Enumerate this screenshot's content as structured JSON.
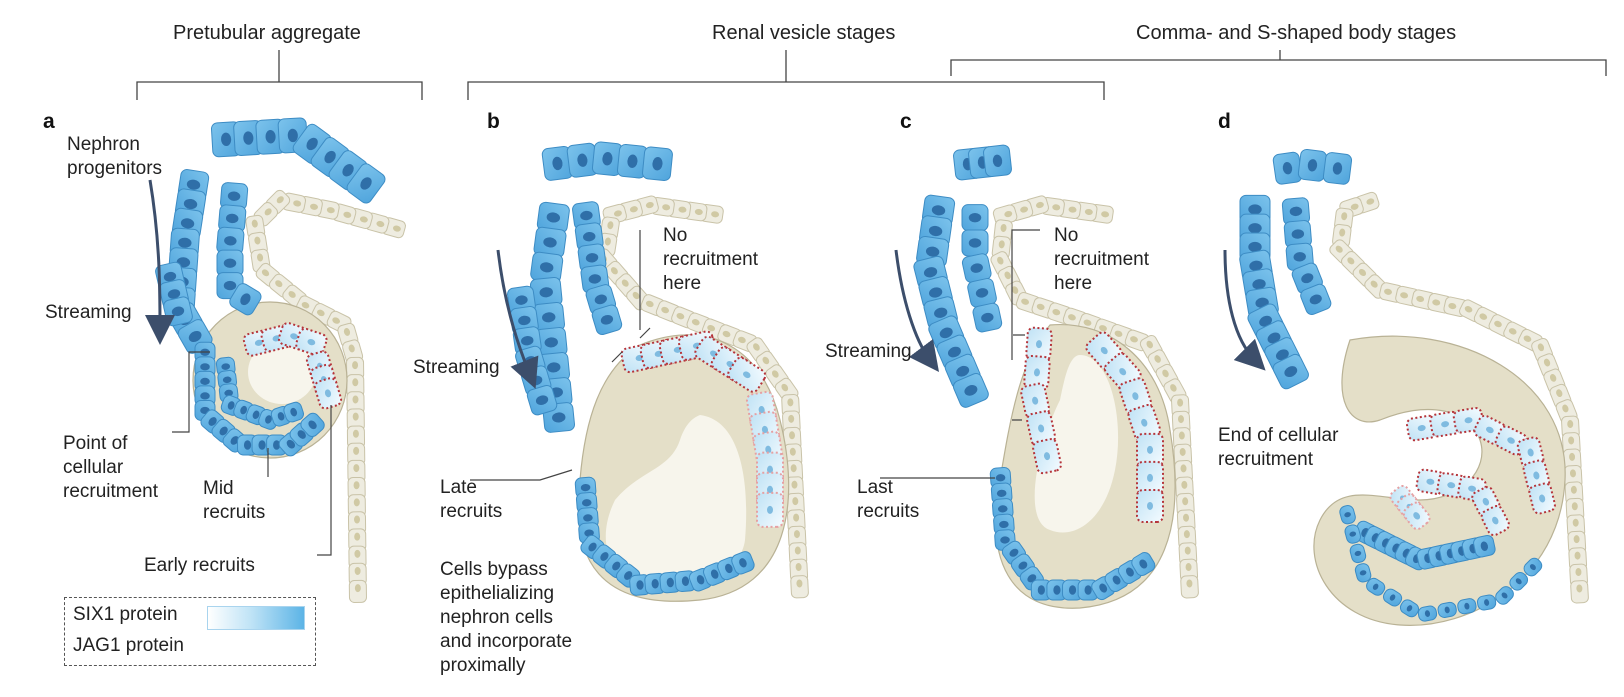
{
  "headers": {
    "pretubular": "Pretubular aggregate",
    "renal_vesicle": "Renal vesicle stages",
    "comma_s": "Comma- and S-shaped body stages"
  },
  "panels": {
    "a": {
      "letter": "a",
      "nephron_progenitors": "Nephron\nprogenitors",
      "streaming": "Streaming",
      "point_of_recruitment": "Point of\ncellular\nrecruitment",
      "mid_recruits": "Mid\nrecruits",
      "early_recruits": "Early recruits"
    },
    "b": {
      "letter": "b",
      "no_recruitment": "No\nrecruitment\nhere",
      "streaming": "Streaming",
      "late_recruits": "Late\nrecruits",
      "bypass": "Cells bypass\nepithelializing\nnephron cells\nand incorporate\nproximally"
    },
    "c": {
      "letter": "c",
      "no_recruitment": "No\nrecruitment\nhere",
      "streaming": "Streaming",
      "last_recruits": "Last\nrecruits"
    },
    "d": {
      "letter": "d",
      "end_recruitment": "End of cellular\nrecruitment"
    }
  },
  "legend": {
    "six1": "SIX1 protein",
    "jag1": "JAG1 protein"
  },
  "colors": {
    "progenitor_blue": "#5aaee0",
    "nucleus": "#2f6fa8",
    "epithelium": "#eeece0",
    "epithelium_border": "#c9c3a8",
    "capsule": "#e4dfc8",
    "jag1_red": "#b5343a",
    "arrow": "#3c4e6b"
  }
}
